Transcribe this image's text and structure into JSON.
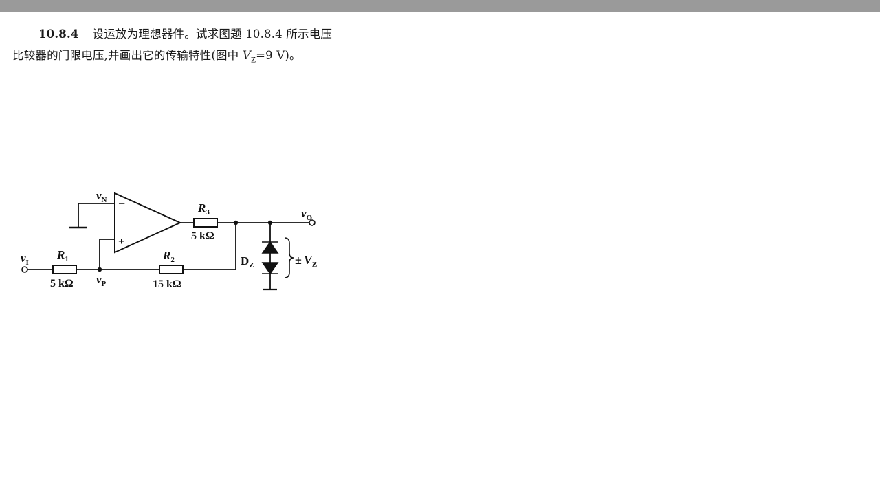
{
  "problem": {
    "number": "10.8.4",
    "line1_text": "设运放为理想器件。试求图题 10.8.4 所示电压",
    "line2_pre": "比较器的门限电压,并画出它的传输特性(图中 ",
    "vz_symbol": "V",
    "vz_sub": "Z",
    "line2_post": "=9 V)。"
  },
  "circuit": {
    "vN_label": "v",
    "vN_sub": "N",
    "vP_label": "v",
    "vP_sub": "P",
    "vI_label": "v",
    "vI_sub": "I",
    "vO_label": "v",
    "vO_sub": "O",
    "minus": "−",
    "plus": "+",
    "R1": {
      "name": "R",
      "sub": "1",
      "value": "5 kΩ"
    },
    "R2": {
      "name": "R",
      "sub": "2",
      "value": "15 kΩ"
    },
    "R3": {
      "name": "R",
      "sub": "3",
      "value": "5 kΩ"
    },
    "DZ": {
      "name": "D",
      "sub": "Z"
    },
    "VZ": {
      "prefix": "±",
      "name": "V",
      "sub": "Z"
    }
  }
}
